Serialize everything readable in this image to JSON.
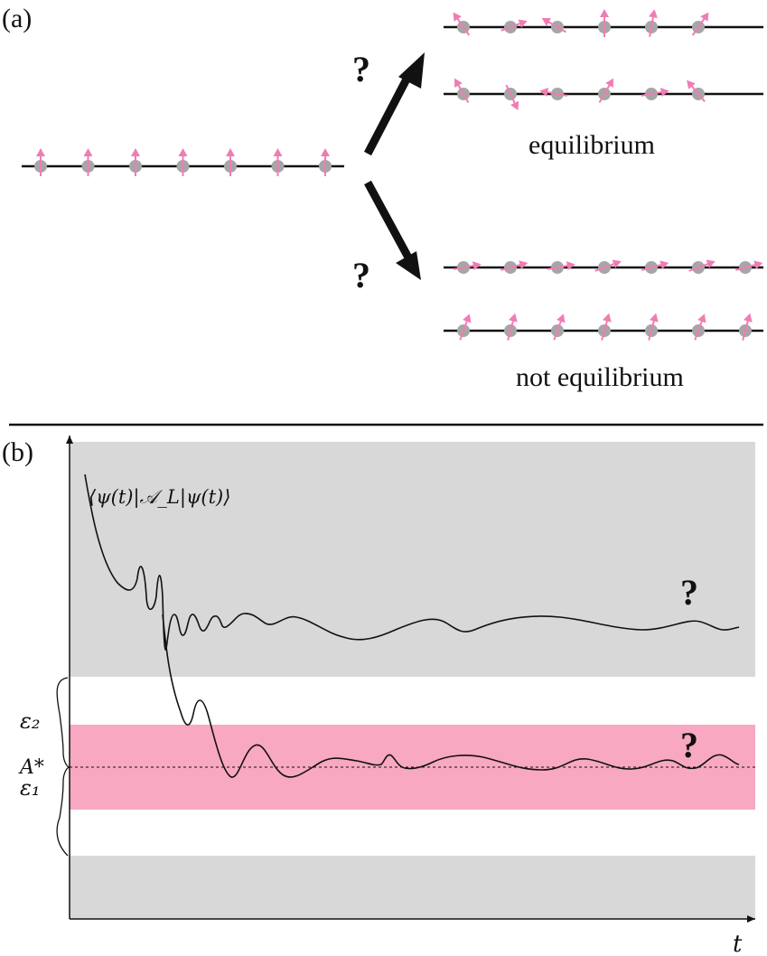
{
  "panel_a": {
    "label": "(a)",
    "question_mark": "?",
    "equilibrium_label": "equilibrium",
    "not_equilibrium_label": "not equilibrium",
    "initial_spin_angles_deg": [
      0,
      0,
      0,
      0,
      0,
      0,
      0
    ],
    "equilibrium_rows_spin_angles_deg": [
      [
        -35,
        70,
        -60,
        0,
        10,
        35
      ],
      [
        -30,
        155,
        -80,
        30,
        80,
        -40
      ]
    ],
    "not_equilibrium_rows_spin_angles_deg": [
      [
        80,
        75,
        80,
        70,
        75,
        70,
        75
      ],
      [
        20,
        15,
        20,
        15,
        15,
        20,
        15
      ]
    ]
  },
  "panel_b": {
    "label": "(b)",
    "curve_label": "⟨ψ(t)|𝒜_L|ψ(t)⟩",
    "x_axis_label": "t",
    "a_star_label": "A*",
    "epsilon_2_label": "ε₂",
    "epsilon_1_label": "ε₁",
    "question_mark": "?"
  },
  "colors": {
    "spin_arrow": "#f07cb4",
    "site": "#a6a6a6",
    "gray_band": "#d8d8d8",
    "pink_band": "#f8a8c0",
    "ink": "#111111"
  }
}
